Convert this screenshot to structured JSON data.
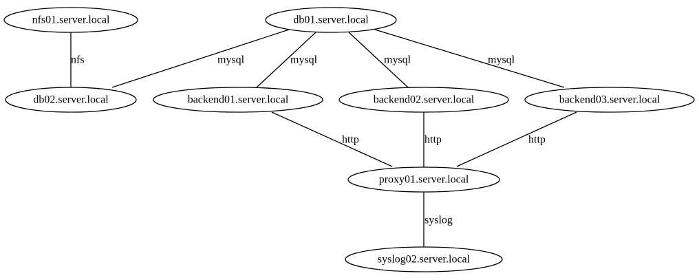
{
  "graph": {
    "nodes": [
      {
        "id": "nfs01",
        "label": "nfs01.server.local"
      },
      {
        "id": "db01",
        "label": "db01.server.local"
      },
      {
        "id": "db02",
        "label": "db02.server.local"
      },
      {
        "id": "backend01",
        "label": "backend01.server.local"
      },
      {
        "id": "backend02",
        "label": "backend02.server.local"
      },
      {
        "id": "backend03",
        "label": "backend03.server.local"
      },
      {
        "id": "proxy01",
        "label": "proxy01.server.local"
      },
      {
        "id": "syslog02",
        "label": "syslog02.server.local"
      }
    ],
    "edges": [
      {
        "from": "nfs01",
        "to": "db02",
        "label": "nfs"
      },
      {
        "from": "db01",
        "to": "db02",
        "label": "mysql"
      },
      {
        "from": "db01",
        "to": "backend01",
        "label": "mysql"
      },
      {
        "from": "db01",
        "to": "backend02",
        "label": "mysql"
      },
      {
        "from": "db01",
        "to": "backend03",
        "label": "mysql"
      },
      {
        "from": "backend01",
        "to": "proxy01",
        "label": "http"
      },
      {
        "from": "backend02",
        "to": "proxy01",
        "label": "http"
      },
      {
        "from": "backend03",
        "to": "proxy01",
        "label": "http"
      },
      {
        "from": "proxy01",
        "to": "syslog02",
        "label": "syslog"
      }
    ]
  }
}
